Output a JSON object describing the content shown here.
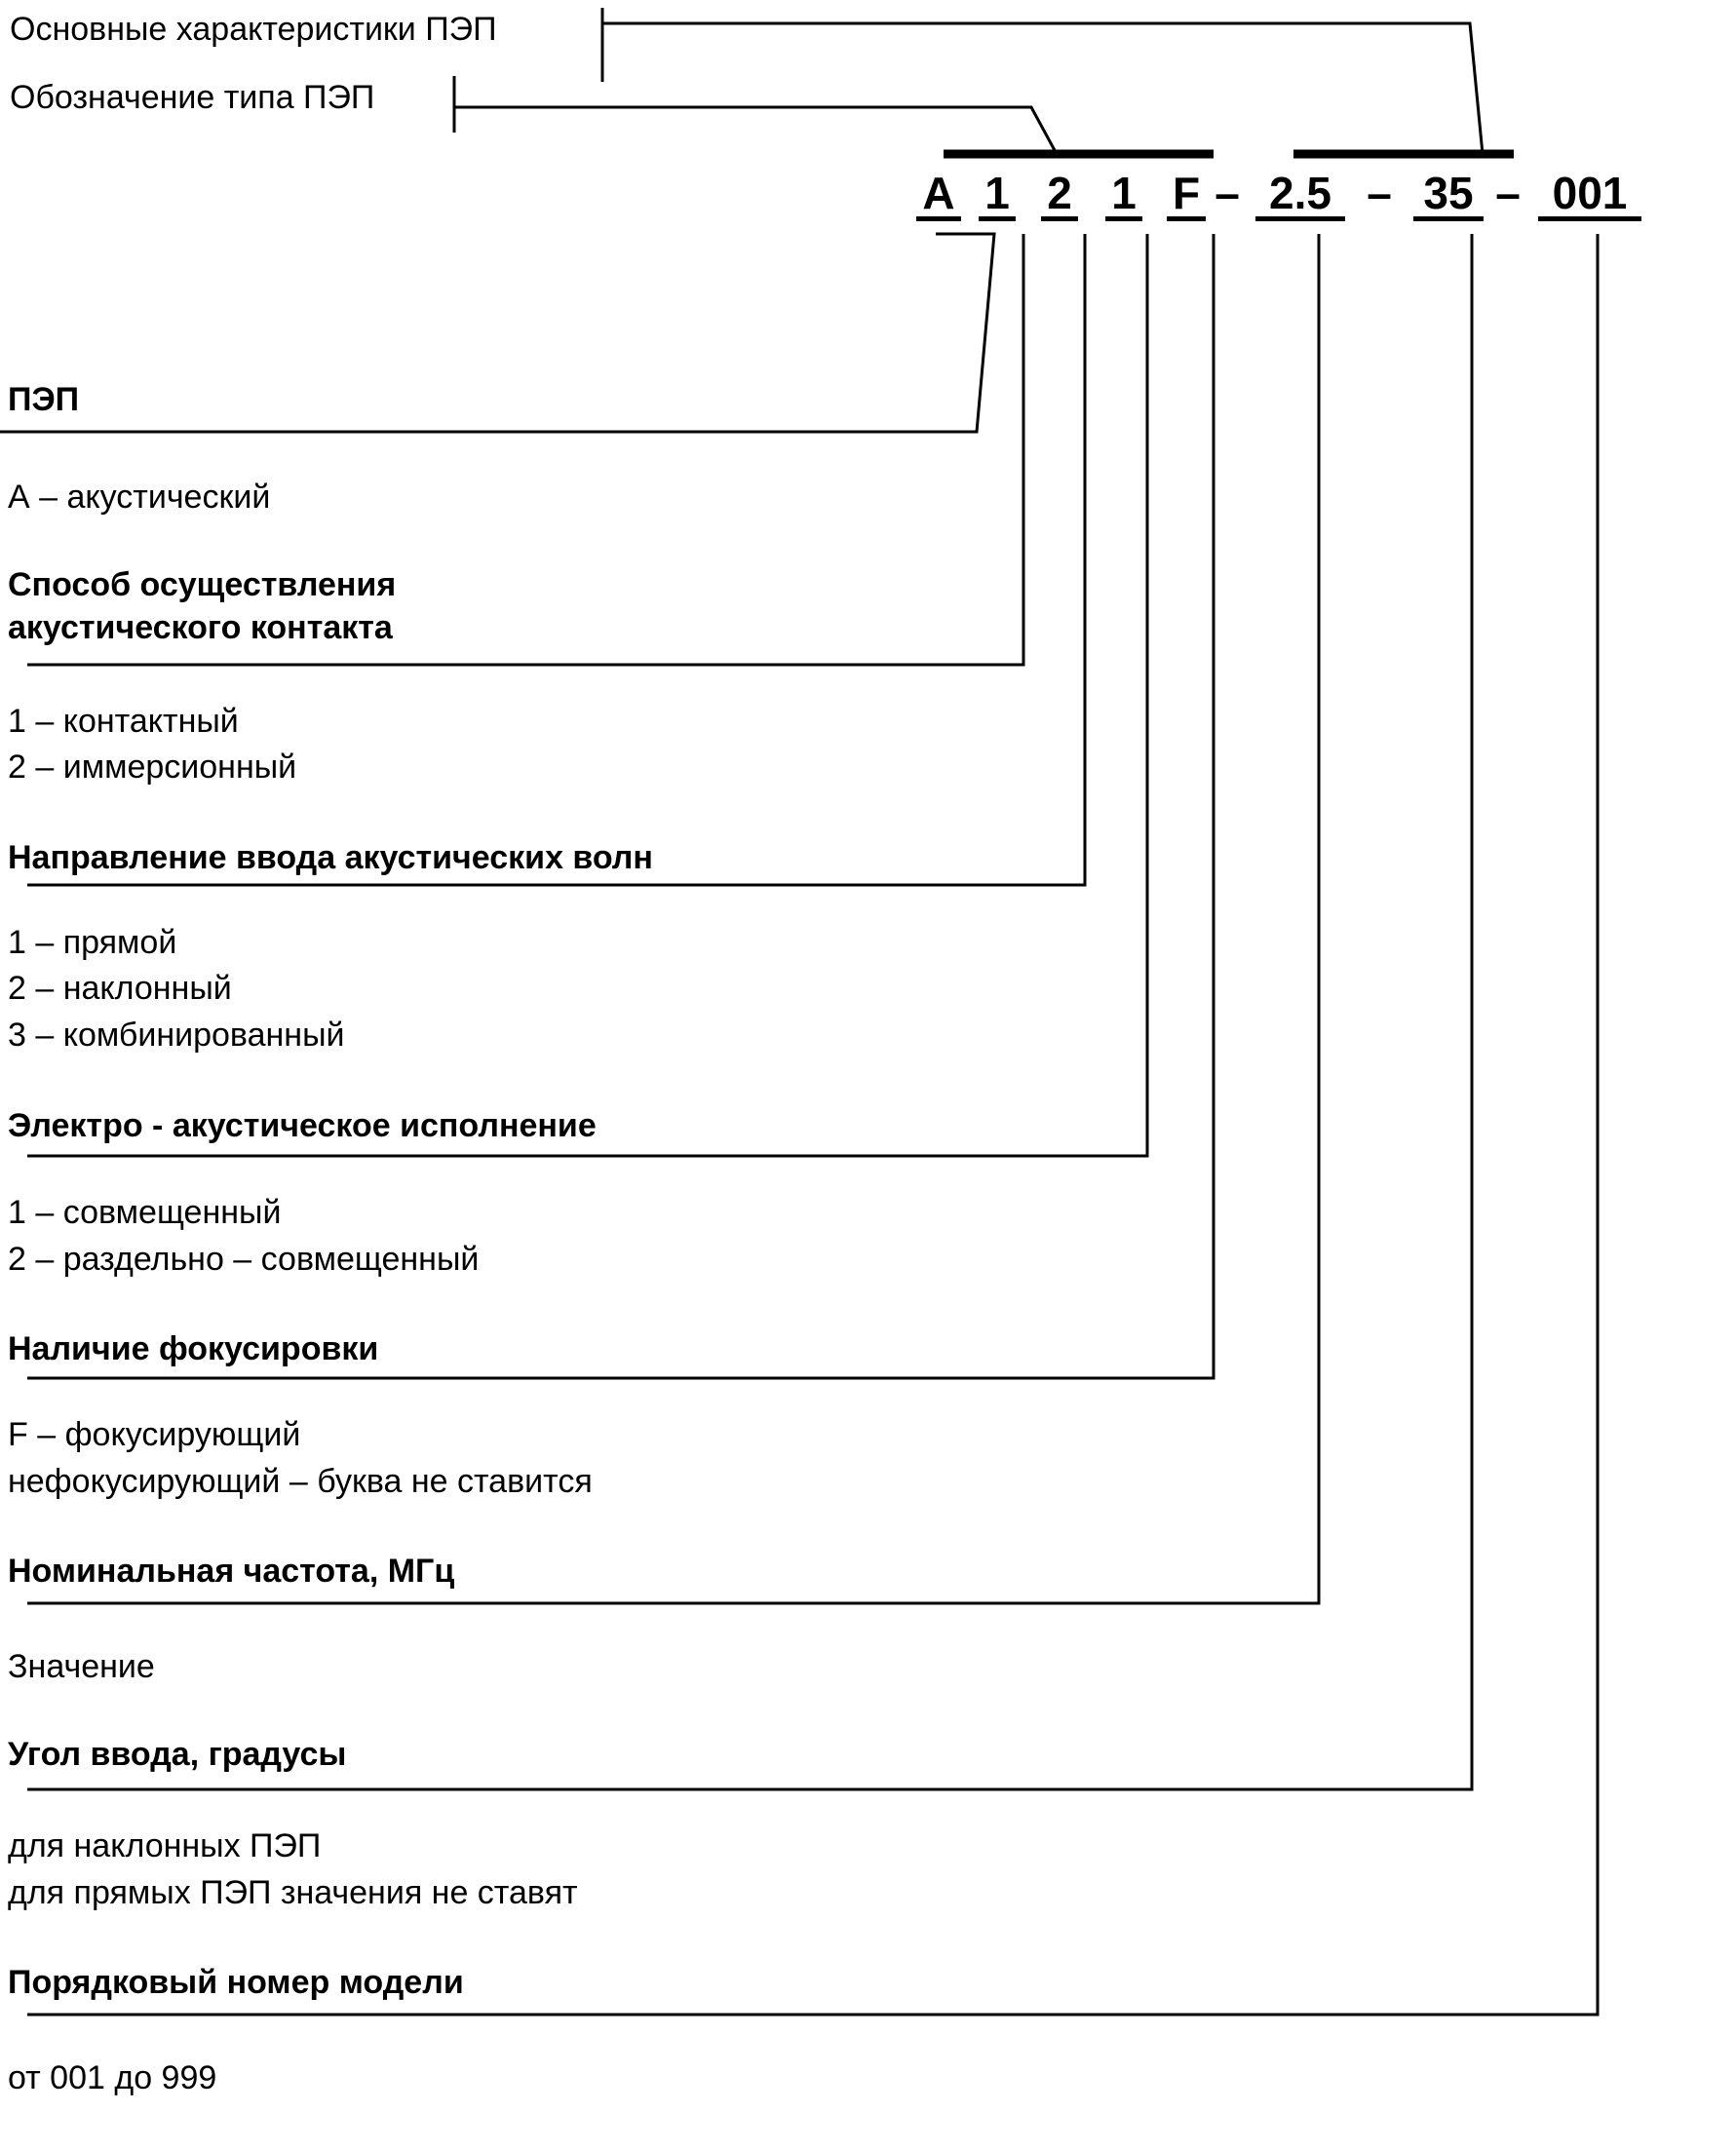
{
  "diagram": {
    "title_top_1": "Основные характеристики ПЭП",
    "title_top_2": "Обозначение типа ПЭП",
    "code_example": "А 1 2 1 F – 2.5 – 35 – 001",
    "code_tokens": [
      {
        "id": "a",
        "text": "А"
      },
      {
        "id": "d1",
        "text": "1"
      },
      {
        "id": "d2",
        "text": "2"
      },
      {
        "id": "d3",
        "text": "1"
      },
      {
        "id": "f",
        "text": "F"
      },
      {
        "id": "freq",
        "text": "2.5"
      },
      {
        "id": "ang",
        "text": "35"
      },
      {
        "id": "num",
        "text": "001"
      }
    ],
    "separators": [
      {
        "id": "s1",
        "text": "–"
      },
      {
        "id": "s2",
        "text": "–"
      },
      {
        "id": "s3",
        "text": "–"
      },
      {
        "id": "s4",
        "text": "–"
      }
    ],
    "sections": [
      {
        "id": "pep",
        "heading": "ПЭП",
        "items": [
          "А – акустический"
        ]
      },
      {
        "id": "contact-method",
        "heading": "Способ осуществления\nакустического контакта",
        "items": [
          "1 – контактный",
          "2 – иммерсионный"
        ]
      },
      {
        "id": "wave-direction",
        "heading": "Направление ввода акустических волн",
        "items": [
          "1 – прямой",
          "2 – наклонный",
          "3 – комбинированный"
        ]
      },
      {
        "id": "electro-acoustic",
        "heading": "Электро - акустическое исполнение",
        "items": [
          "1 – совмещенный",
          "2 – раздельно – совмещенный"
        ]
      },
      {
        "id": "focusing",
        "heading": "Наличие фокусировки",
        "items": [
          "F – фокусирующий",
          "нефокусирующий – буква не ставится"
        ]
      },
      {
        "id": "frequency",
        "heading": "Номинальная частота, МГц",
        "items": [
          "Значение"
        ]
      },
      {
        "id": "entry-angle",
        "heading": "Угол ввода, градусы",
        "items": [
          "для наклонных ПЭП",
          "для прямых ПЭП значения не ставят"
        ]
      },
      {
        "id": "model-number",
        "heading": "Порядковый номер модели",
        "items": [
          "от 001 до 999"
        ]
      }
    ],
    "colors": {
      "ink": "#000000",
      "paper": "#ffffff"
    }
  }
}
